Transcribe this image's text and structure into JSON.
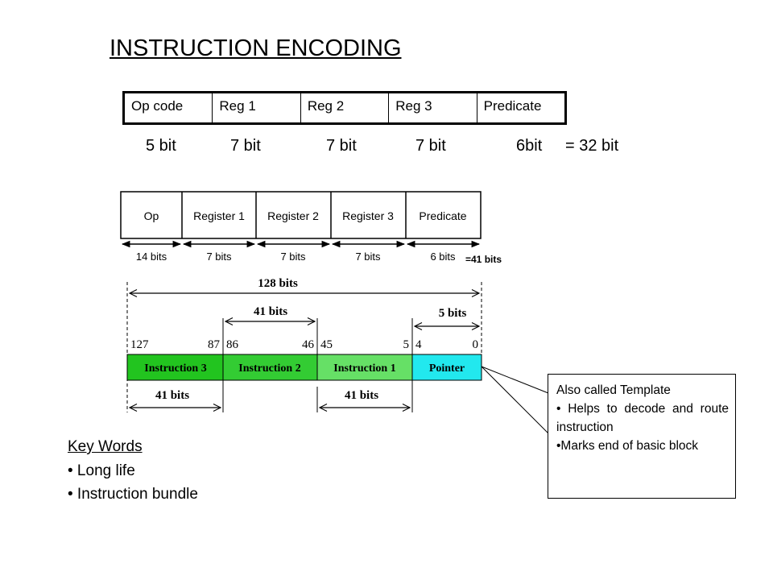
{
  "title": "INSTRUCTION ENCODING",
  "format_table": {
    "fields": [
      "Op code",
      "Reg 1",
      "Reg 2",
      "Reg 3",
      "Predicate"
    ],
    "widths": [
      "5 bit",
      "7 bit",
      "7 bit",
      "7 bit",
      "6bit"
    ],
    "total": "= 32 bit"
  },
  "ia64_format": {
    "fields": [
      "Op",
      "Register 1",
      "Register 2",
      "Register 3",
      "Predicate"
    ],
    "widths": [
      "14 bits",
      "7 bits",
      "7 bits",
      "7 bits",
      "6 bits"
    ],
    "total": "=41 bits"
  },
  "bundle": {
    "total_label": "128 bits",
    "instr_span_label": "41 bits",
    "pointer_span_label": "5 bits",
    "bit_positions": [
      "127",
      "87",
      "86",
      "46",
      "45",
      "5",
      "4",
      "0"
    ],
    "slots": [
      {
        "label": "Instruction 3",
        "color": "#22c41f"
      },
      {
        "label": "Instruction 2",
        "color": "#33cc33"
      },
      {
        "label": "Instruction 1",
        "color": "#66e066"
      },
      {
        "label": "Pointer",
        "color": "#22e8ee"
      }
    ],
    "bottom_span_labels": [
      "41 bits",
      "41 bits"
    ]
  },
  "note": {
    "lines": [
      "Also called Template",
      "• Helps to decode and route instruction",
      "•Marks end of basic block"
    ]
  },
  "key_words": {
    "title": "Key Words",
    "items": [
      "• Long life",
      "• Instruction bundle"
    ]
  }
}
